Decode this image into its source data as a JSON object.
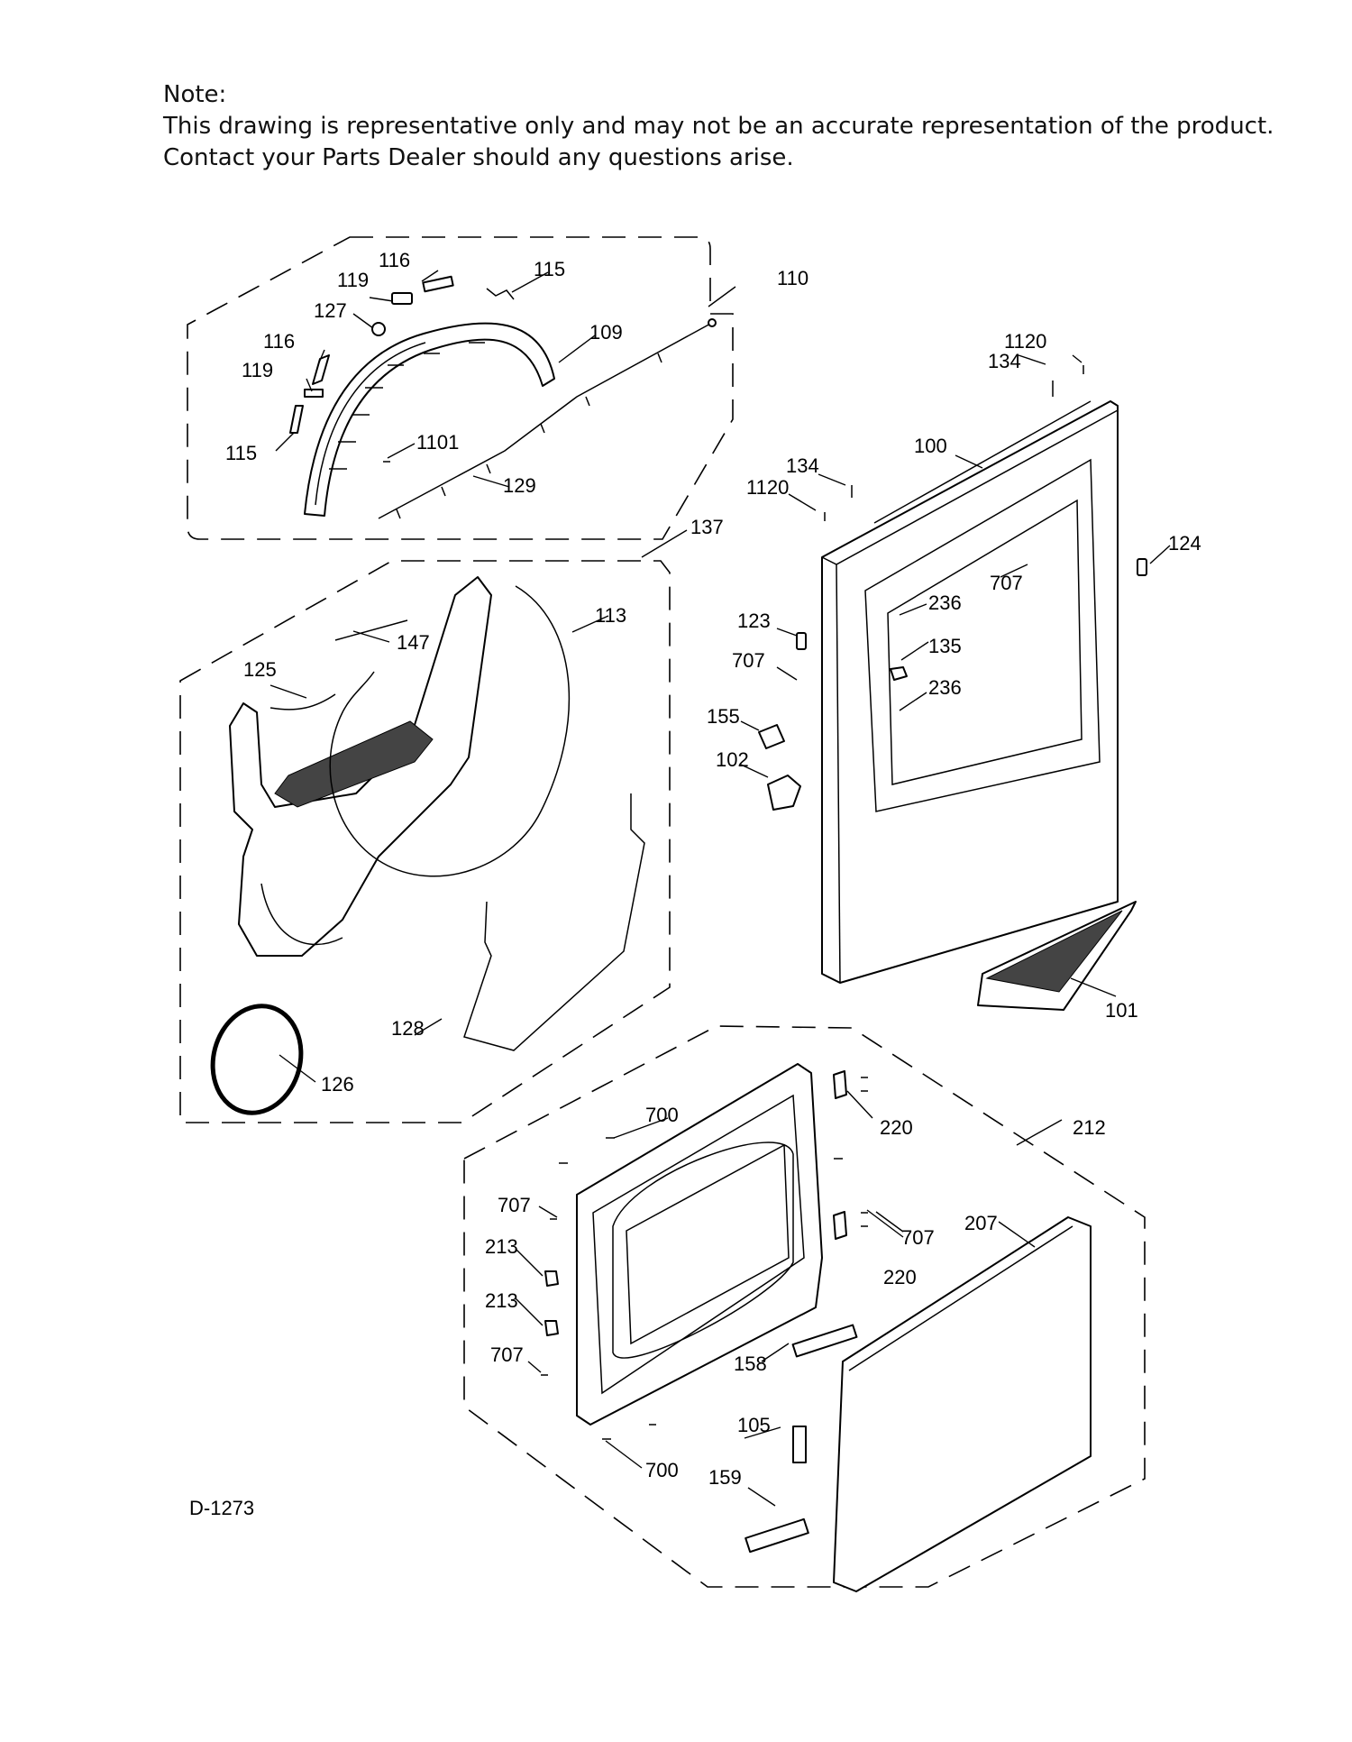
{
  "note": {
    "heading": "Note:",
    "line1": "This drawing is representative only and may not be an accurate representation of the product.",
    "line2": "Contact your Parts Dealer should any questions arise."
  },
  "diagram_code": "D-1273",
  "labels": {
    "p100": "100",
    "p101": "101",
    "p102": "102",
    "p105": "105",
    "p109": "109",
    "p110": "110",
    "p113": "113",
    "p115a": "115",
    "p115b": "115",
    "p116a": "116",
    "p116b": "116",
    "p119a": "119",
    "p119b": "119",
    "p123": "123",
    "p124": "124",
    "p125": "125",
    "p126": "126",
    "p127": "127",
    "p128": "128",
    "p129": "129",
    "p134a": "134",
    "p134b": "134",
    "p135": "135",
    "p137": "137",
    "p147": "147",
    "p155": "155",
    "p158": "158",
    "p159": "159",
    "p207": "207",
    "p212": "212",
    "p213a": "213",
    "p213b": "213",
    "p220a": "220",
    "p220b": "220",
    "p236a": "236",
    "p236b": "236",
    "p700a": "700",
    "p700b": "700",
    "p707a": "707",
    "p707b": "707",
    "p707c": "707",
    "p707d": "707",
    "p707e": "707",
    "p1101": "1101",
    "p1120a": "1120",
    "p1120b": "1120"
  }
}
